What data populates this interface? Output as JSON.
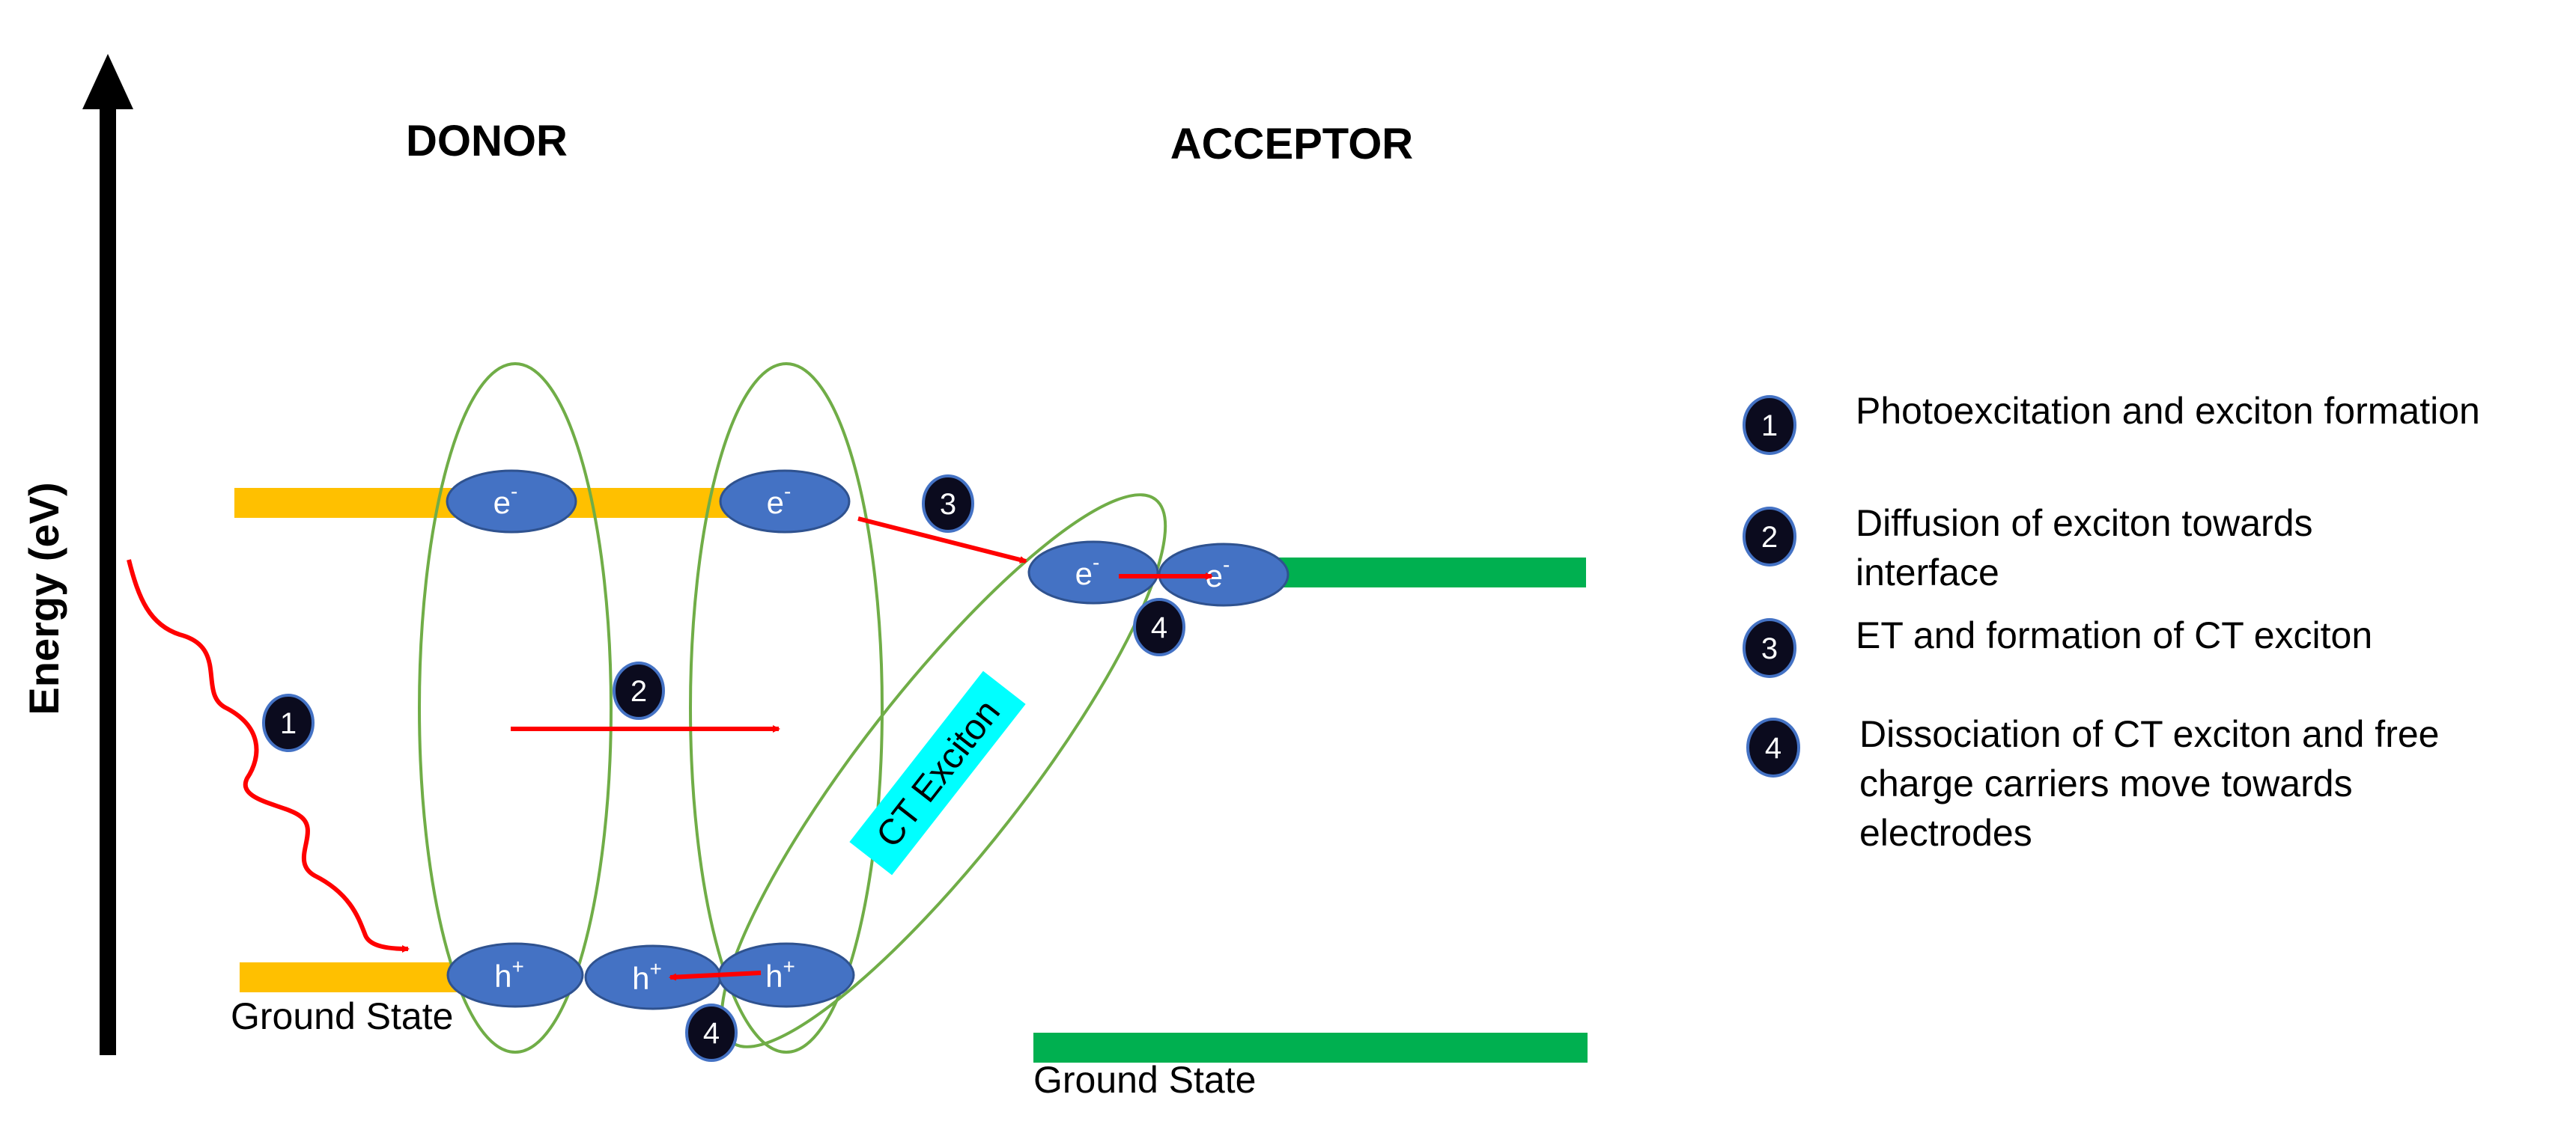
{
  "diagram": {
    "axis_label": "Energy (eV)",
    "donor_title": "DONOR",
    "acceptor_title": "ACCEPTOR",
    "donor_ground_state": "Ground State",
    "acceptor_ground_state": "Ground State",
    "ct_exciton_label": "CT Exciton",
    "electron_label": "e",
    "electron_sup": "-",
    "hole_label": "h",
    "hole_sup": "+",
    "step_markers": [
      "1",
      "2",
      "3",
      "4",
      "4"
    ]
  },
  "legend": {
    "items": [
      {
        "number": "1",
        "lines": [
          "Photoexcitation and exciton formation"
        ]
      },
      {
        "number": "2",
        "lines": [
          "Diffusion of exciton towards",
          "interface"
        ]
      },
      {
        "number": "3",
        "lines": [
          "ET and formation of CT exciton"
        ]
      },
      {
        "number": "4",
        "lines": [
          "Dissociation of CT exciton and free",
          "charge carriers  move towards",
          "electrodes"
        ]
      }
    ]
  },
  "colors": {
    "donor_level": "#ffc000",
    "acceptor_level": "#00b050",
    "carrier_fill": "#4472c4",
    "carrier_stroke": "#2f528f",
    "exciton_outline": "#70ad47",
    "arrow": "#ff0000",
    "marker_fill": "#0b0b1e",
    "ct_label_bg": "#00ffff",
    "axis": "#000000"
  },
  "icons": [
    "energy-axis-arrow",
    "photon-wavy-arrow",
    "transfer-arrow"
  ]
}
